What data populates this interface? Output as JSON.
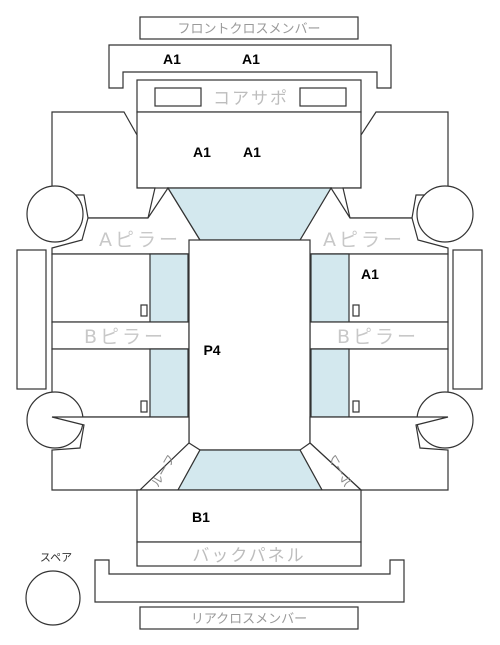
{
  "labels": {
    "front_cross_member": "フロントクロスメンバー",
    "core_support": "コアサポ",
    "a_pillar_left": "Aピラー",
    "a_pillar_right": "Aピラー",
    "b_pillar_left": "Bピラー",
    "b_pillar_right": "Bピラー",
    "back_panel": "バックパネル",
    "rear_cross_member": "リアクロスメンバー",
    "spare": "スペア",
    "rear_left_rot": "ルーフ",
    "rear_right_rot": "ルーフ"
  },
  "codes": {
    "front_cross_a1_left": "A1",
    "front_cross_a1_right": "A1",
    "hood_a1_left": "A1",
    "hood_a1_right": "A1",
    "right_front_door": "A1",
    "roof": "P4",
    "trunk": "B1"
  }
}
